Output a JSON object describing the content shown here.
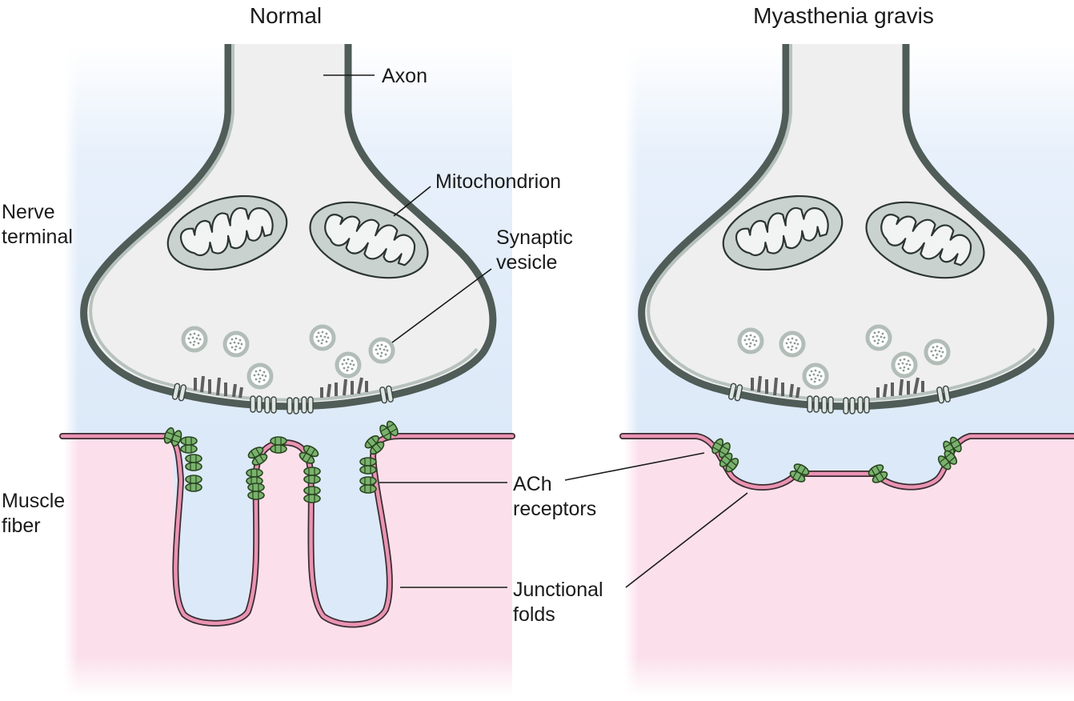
{
  "panels": {
    "left_title": "Normal",
    "right_title": "Myasthenia gravis"
  },
  "labels": {
    "axon": "Axon",
    "mitochondrion": "Mitochondrion",
    "nerve_terminal_line1": "Nerve",
    "nerve_terminal_line2": "terminal",
    "synaptic_vesicle_line1": "Synaptic",
    "synaptic_vesicle_line2": "vesicle",
    "muscle_fiber_line1": "Muscle",
    "muscle_fiber_line2": "fiber",
    "ach_receptors_line1": "ACh",
    "ach_receptors_line2": "receptors",
    "junctional_folds_line1": "Junctional",
    "junctional_folds_line2": "folds"
  },
  "colors": {
    "cleft_blue": "#dce9f8",
    "muscle_pink": "#fbe0eb",
    "membrane_pink": "#ea93b3",
    "receptor_green": "#7ab26d",
    "terminal_fill": "#efefef",
    "terminal_outline": "#4f5c57"
  }
}
